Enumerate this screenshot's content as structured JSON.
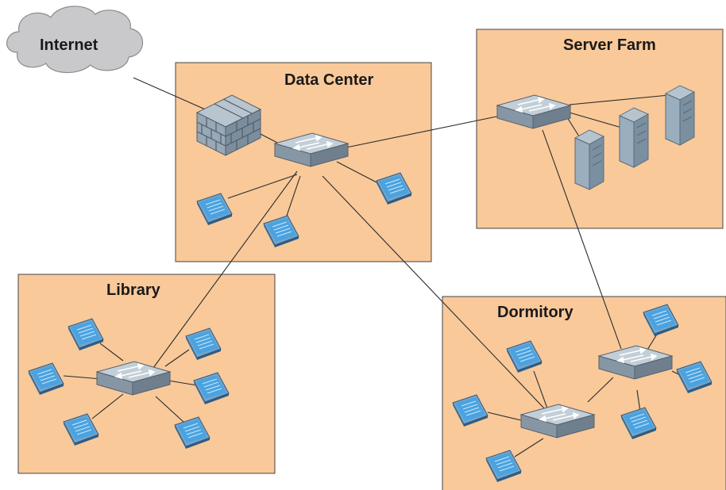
{
  "colors": {
    "zone_fill": "#f9c99a",
    "zone_stroke": "#444444",
    "cloud_fill": "#c9c9cc",
    "switch_top": "#c3cfd8",
    "switch_side": "#7e8e9c",
    "server_body": "#8ea2b2",
    "terminal_screen": "#4aa3e0"
  },
  "cloud": {
    "label": "Internet",
    "icon": "cloud-icon"
  },
  "zones": {
    "data_center": {
      "label": "Data Center"
    },
    "server_farm": {
      "label": "Server Farm"
    },
    "library": {
      "label": "Library"
    },
    "dormitory": {
      "label": "Dormitory"
    }
  },
  "devices": {
    "firewall": "firewall-icon",
    "switch": "network-switch-icon",
    "server": "server-tower-icon",
    "workstation": "workstation-icon"
  }
}
